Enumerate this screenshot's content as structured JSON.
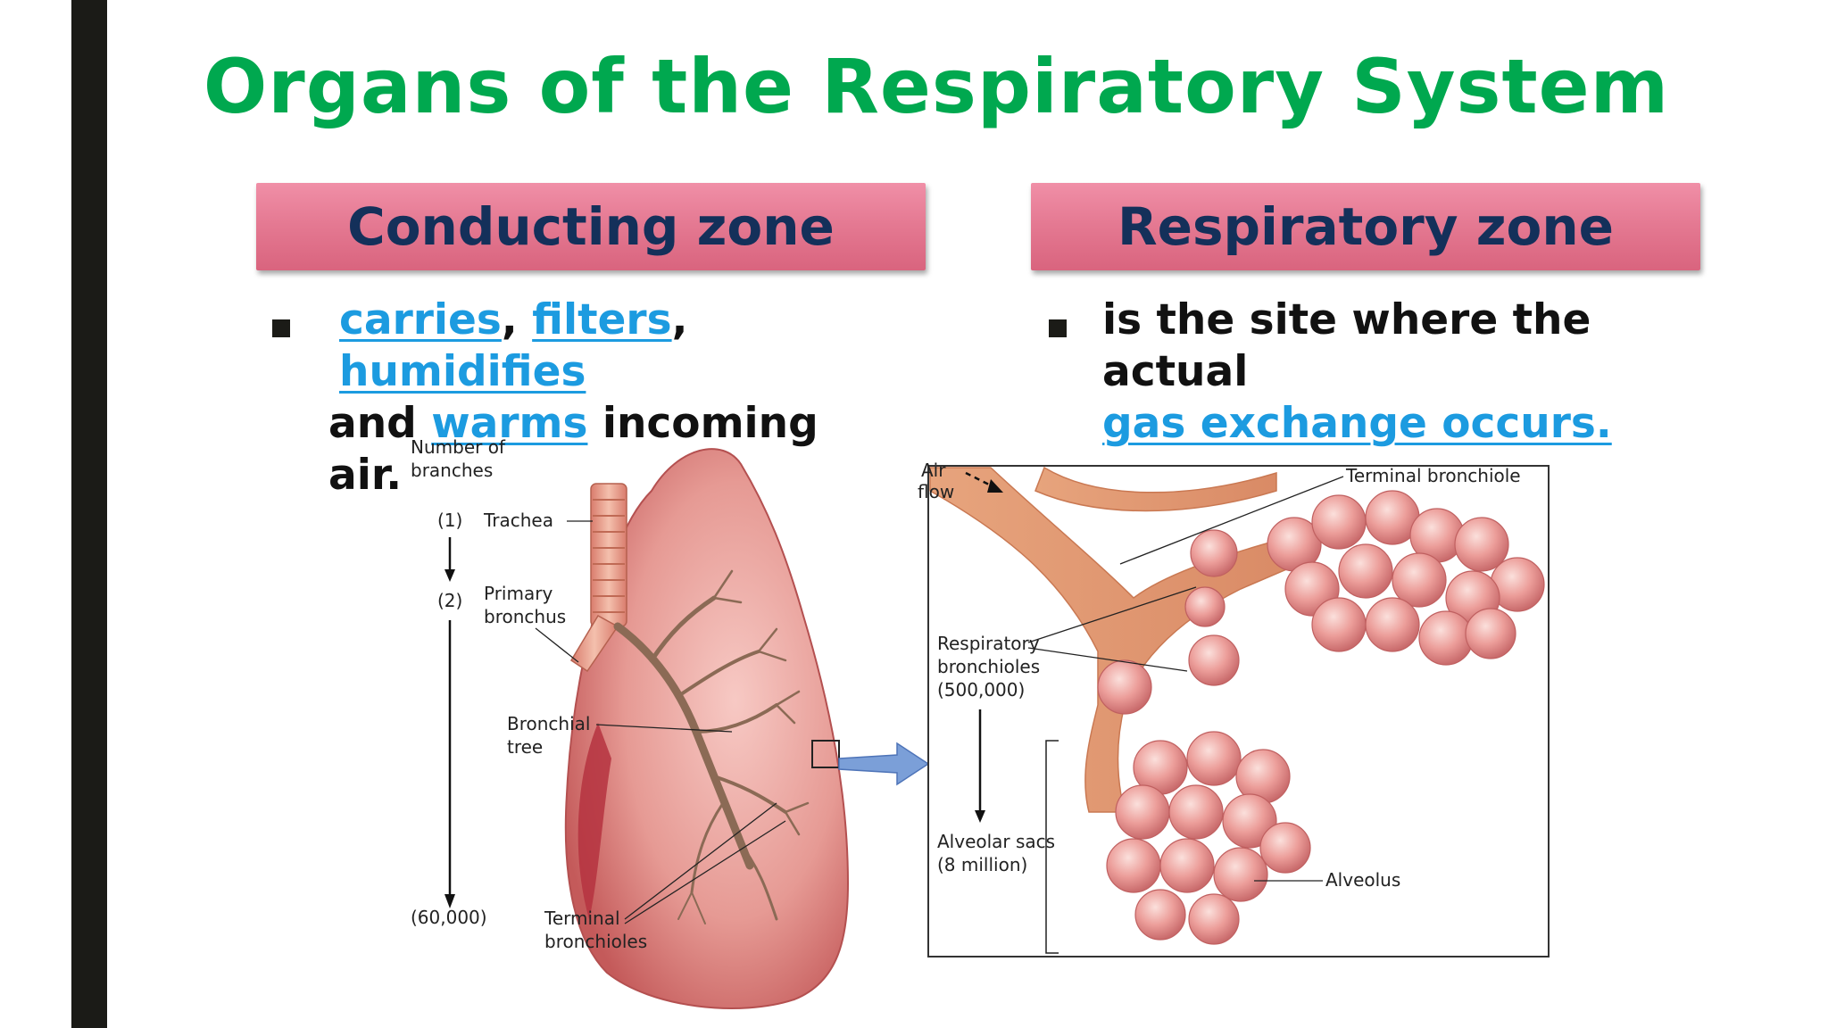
{
  "title": "Organs of the Respiratory System",
  "zones": {
    "conducting": {
      "header": "Conducting zone",
      "links": [
        "carries",
        "filters",
        "humidifies"
      ],
      "sep1": ",",
      "sep2": ",",
      "and": "and",
      "link4": "warms",
      "rest": "incoming air."
    },
    "respiratory": {
      "header": "Respiratory zone",
      "text1": "is the site where the actual",
      "link": "gas exchange occurs."
    }
  },
  "diagram": {
    "number_of_branches": [
      "Number of",
      "branches"
    ],
    "count_1": "(1)",
    "count_2": "(2)",
    "count_3": "(60,000)",
    "trachea": "Trachea",
    "primary_bronchus": [
      "Primary",
      "bronchus"
    ],
    "bronchial_tree": [
      "Bronchial",
      "tree"
    ],
    "terminal_bronchioles": [
      "Terminal",
      "bronchioles"
    ],
    "air_flow": [
      "Air",
      "flow"
    ],
    "terminal_bronchiole": "Terminal bronchiole",
    "respiratory_bronchioles": [
      "Respiratory",
      "bronchioles",
      "(500,000)"
    ],
    "alveolar_sacs": [
      "Alveolar sacs",
      "(8 million)"
    ],
    "alveolus": "Alveolus"
  },
  "colors": {
    "title": "#00a84f",
    "header_text": "#14305a",
    "link": "#1c9be0"
  }
}
